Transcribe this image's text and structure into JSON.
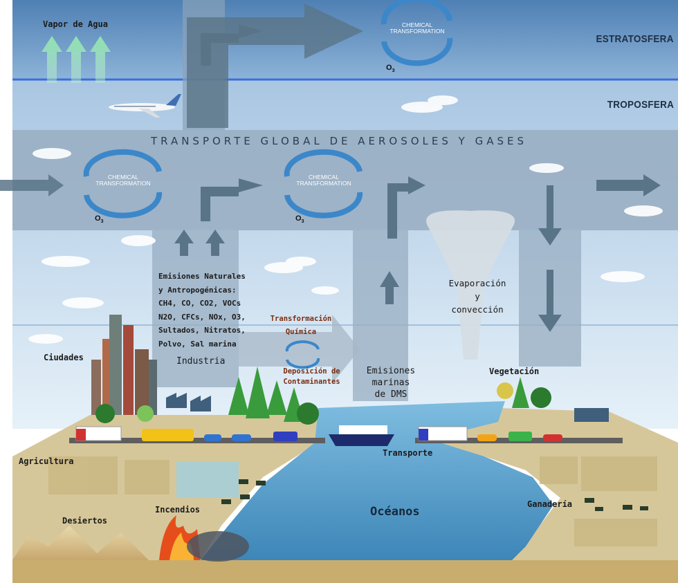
{
  "layers": {
    "stratosphere": "ESTRATOSFERA",
    "troposphere": "TROPOSFERA"
  },
  "banner": "TRANSPORTE GLOBAL DE AEROSOLES Y GASES",
  "chemical_transformation": [
    "CHEMICAL",
    "TRANSFORMATION"
  ],
  "ozone": {
    "base": "O",
    "sub": "3"
  },
  "labels": {
    "water_vapor": "Vapor de Agua",
    "emissions": [
      "Emisiones Naturales",
      "y Antropogénicas:",
      "CH4, CO, CO2, VOCs",
      "N2O, CFCs, NOx, O3,",
      "Sultados, Nitratos,",
      "Polvo, Sal marina"
    ],
    "chemical_transformation_es": [
      "Transformación",
      "Química"
    ],
    "deposition": [
      "Deposición de",
      "Contaminantes"
    ],
    "marine_emissions": [
      "Emisiones",
      "marinas",
      "de DMS"
    ],
    "evaporation": [
      "Evaporación",
      "y",
      "convección"
    ],
    "cities": "Ciudades",
    "industry": "Industria",
    "vegetation": "Vegetación",
    "agriculture": "Agricultura",
    "transport": "Transporte",
    "deserts": "Desiertos",
    "fires": "Incendios",
    "oceans": "Océanos",
    "livestock": "Ganadería"
  },
  "colors": {
    "stratosphere": "#6d9ac6",
    "tropopause": "#3a6fd8",
    "transport_band": "#9fb4c8",
    "arrow": "#5a7487",
    "cycle": "#3b87c9",
    "ocean": "#5fa3cf",
    "land": "#d9c79a",
    "vapor_arrow": "#8ee3ae"
  }
}
